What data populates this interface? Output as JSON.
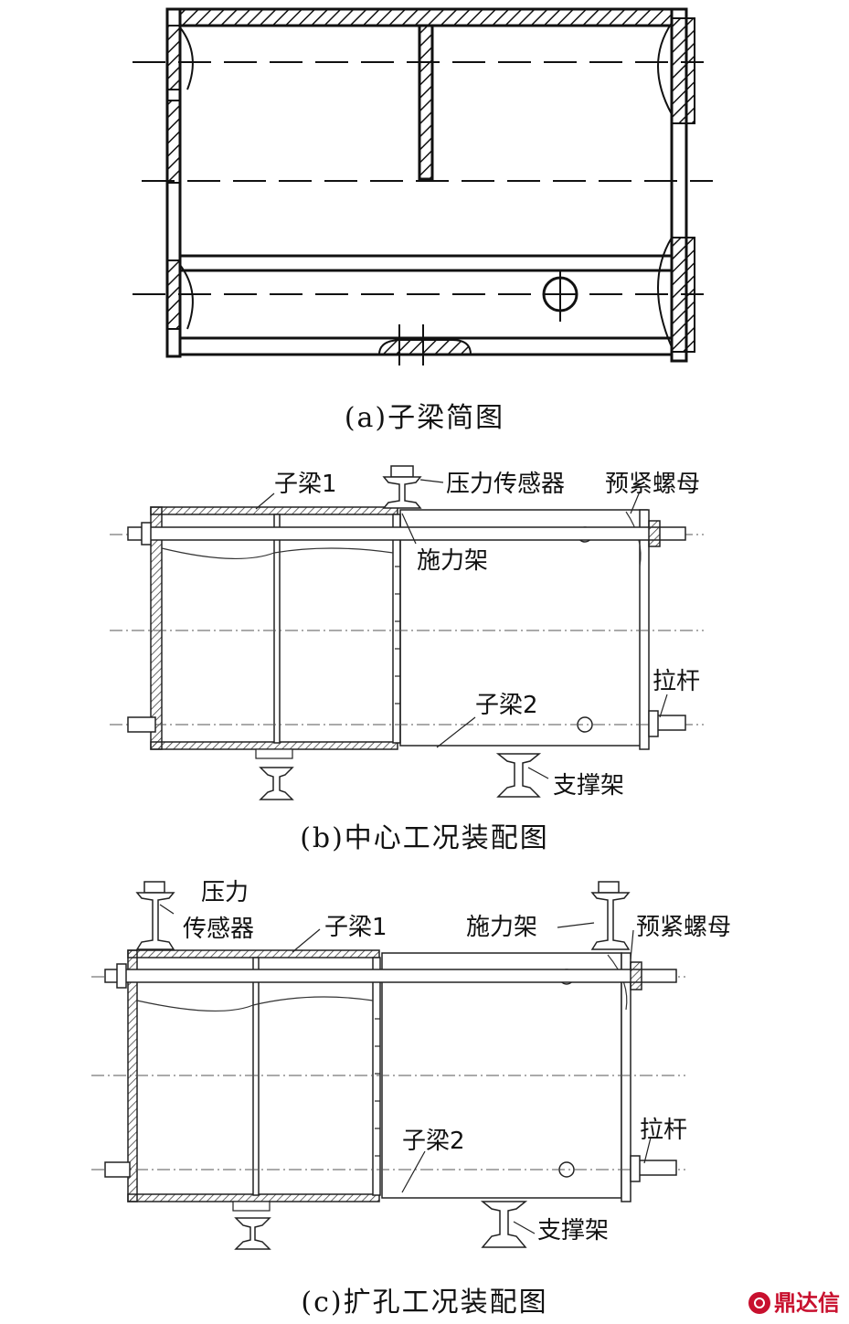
{
  "captions": {
    "a": "(a)子梁简图",
    "b": "(b)中心工况装配图",
    "c": "(c)扩孔工况装配图"
  },
  "labels_b": {
    "sub_beam_1": "子梁1",
    "pressure_sensor": "压力传感器",
    "pretighten_nut": "预紧螺母",
    "loading_frame": "施力架",
    "tie_rod": "拉杆",
    "sub_beam_2": "子梁2",
    "support_frame": "支撑架"
  },
  "labels_c": {
    "pressure_sensor_line1": "压力",
    "pressure_sensor_line2": "传感器",
    "sub_beam_1": "子梁1",
    "loading_frame": "施力架",
    "pretighten_nut": "预紧螺母",
    "tie_rod": "拉杆",
    "sub_beam_2": "子梁2",
    "support_frame": "支撑架"
  },
  "watermark": "鼎达信"
}
